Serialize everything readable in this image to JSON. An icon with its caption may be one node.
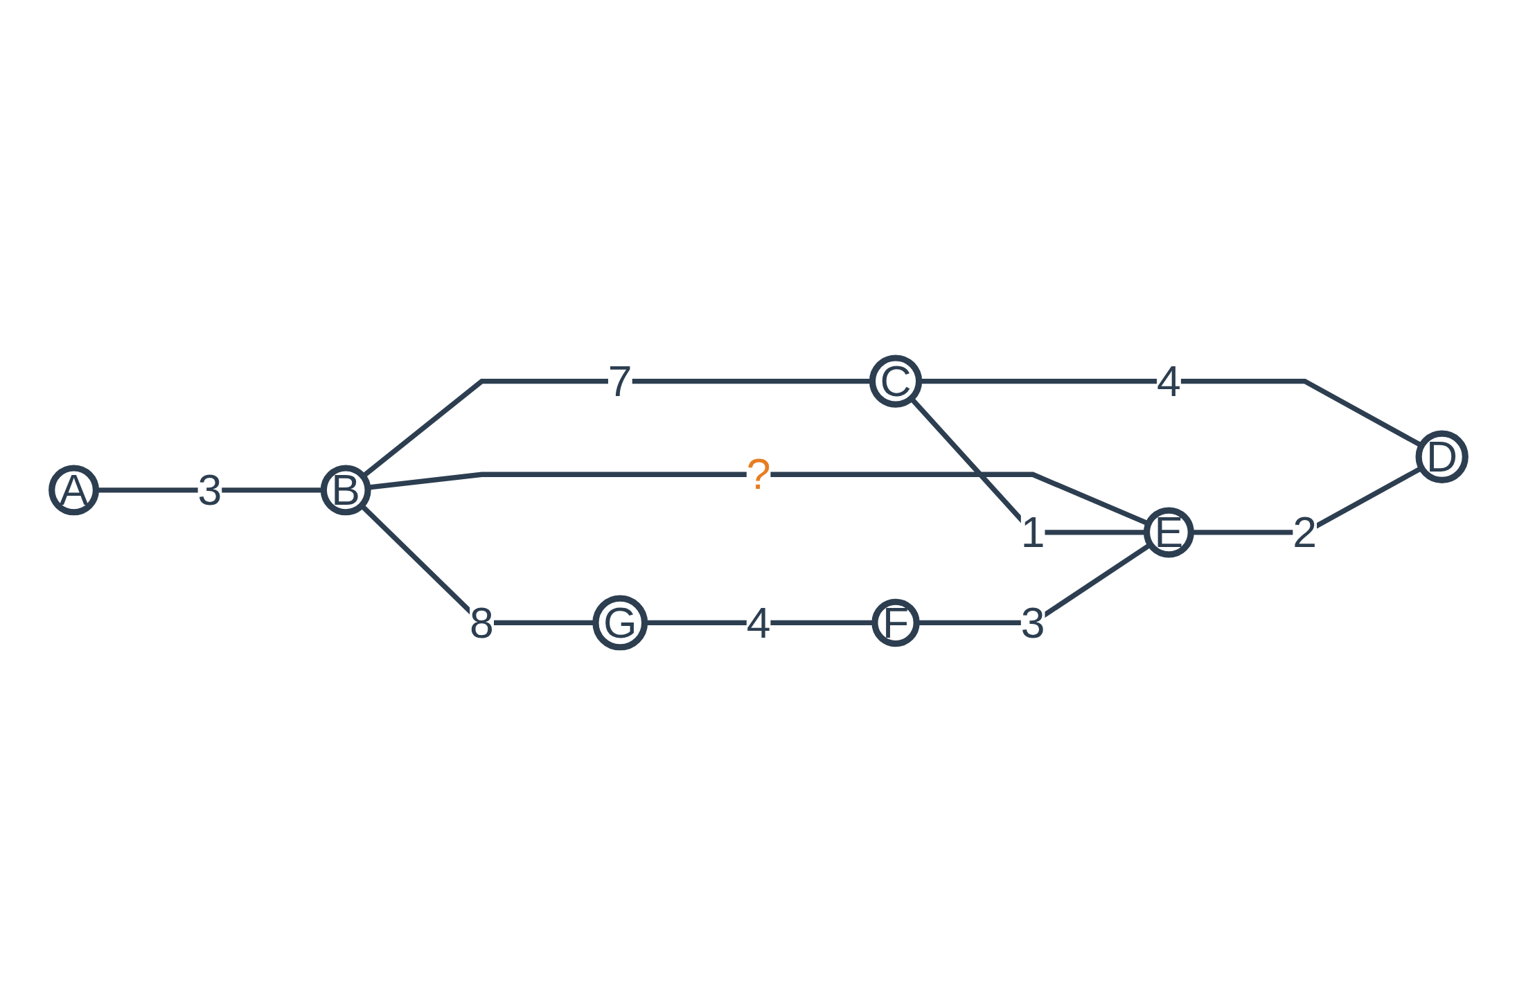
{
  "diagram": {
    "nodes": [
      {
        "text": [
          "A"
        ]
      },
      {
        "text": [
          "B"
        ]
      },
      {
        "text": [
          "C"
        ]
      },
      {
        "text": [
          "G"
        ]
      },
      {
        "text": [
          "D"
        ]
      },
      {
        "text": [
          "F"
        ]
      },
      {
        "text": [
          "E"
        ]
      }
    ],
    "edges": [
      {
        "from": 0,
        "to": 1,
        "arrow": "none",
        "label": "3"
      },
      {
        "from": 1,
        "to": 2,
        "arrow": "none",
        "label": "7"
      },
      {
        "from": 1,
        "to": 3,
        "arrow": "none",
        "label": "8"
      },
      {
        "from": 1,
        "to": 6,
        "arrow": "none",
        "label": "?"
      },
      {
        "from": 2,
        "to": 6,
        "arrow": "none",
        "label": "1"
      },
      {
        "from": 2,
        "to": 4,
        "arrow": "none",
        "label": "4"
      },
      {
        "from": 3,
        "to": 5,
        "arrow": "none",
        "label": "4"
      },
      {
        "from": 5,
        "to": 6,
        "arrow": "none",
        "label": "3"
      },
      {
        "from": 6,
        "to": 4,
        "arrow": "none",
        "label": "2"
      }
    ]
  }
}
